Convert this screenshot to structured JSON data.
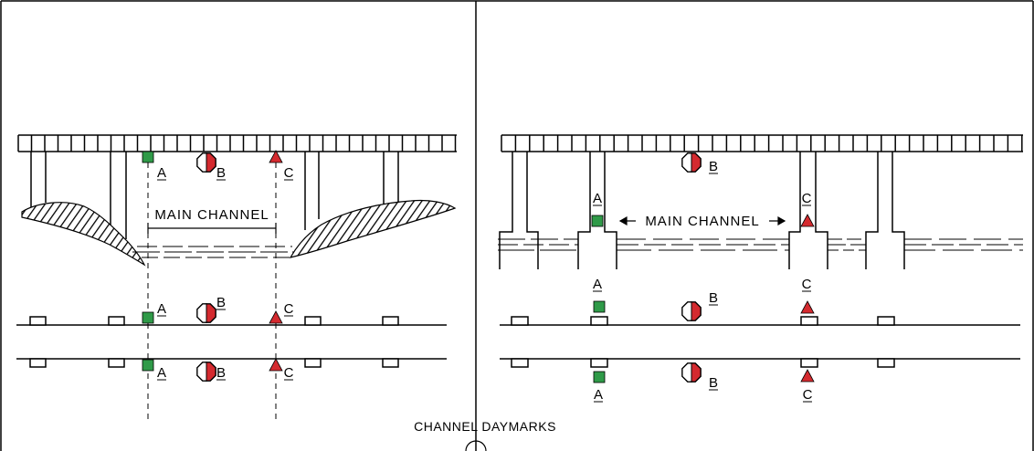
{
  "caption": "CHANNEL DAYMARKS",
  "channel_label_left": "MAIN CHANNEL",
  "channel_label_right": "MAIN CHANNEL",
  "daymark_letters": {
    "a": "A",
    "b": "B",
    "c": "C"
  },
  "colors": {
    "green_square": "#2f9a48",
    "red_triangle": "#d42a2f",
    "red_half": "#d42a2f",
    "line": "#000000"
  },
  "icons": [
    "green-square-daymark-icon",
    "red-triangle-daymark-icon",
    "red-white-octagon-daymark-icon"
  ]
}
